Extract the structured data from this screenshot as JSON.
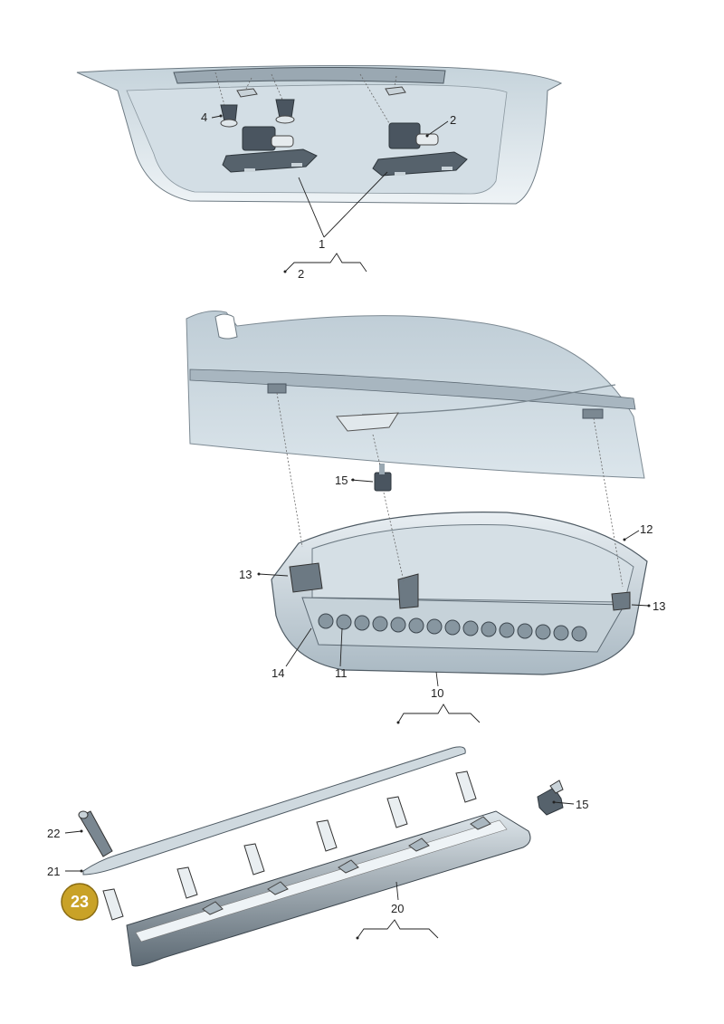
{
  "labels": {
    "top_1": "1",
    "top_2": "2",
    "top_2_ref": "2",
    "top_4": "4",
    "mid_10": "10",
    "mid_11": "11",
    "mid_12": "12",
    "mid_13_left": "13",
    "mid_13_right": "13",
    "mid_14": "14",
    "mid_15": "15",
    "bot_15": "15",
    "bot_20": "20",
    "bot_21": "21",
    "bot_22": "22"
  },
  "badge": {
    "text": "23",
    "color": "#c9a227"
  },
  "colors": {
    "panel": "#dce6ec",
    "panel_dark": "#b7c6cf",
    "part": "#4a5560",
    "outline": "#555f68"
  }
}
